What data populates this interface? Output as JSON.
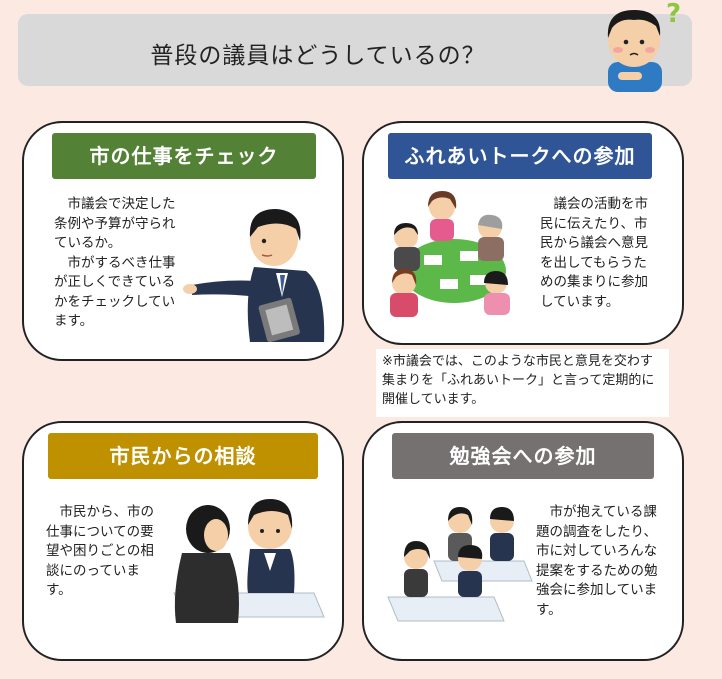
{
  "header": {
    "title": "普段の議員はどうしているの？"
  },
  "cards": [
    {
      "label": "市の仕事をチェック",
      "color": "#538135",
      "text": "　市議会で決定した条例や予算が守られているか。\n　市がするべき仕事が正しくできているかをチェックしています。"
    },
    {
      "label": "ふれあいトークへの参加",
      "color": "#2f5597",
      "text": "　議会の活動を市民に伝えたり、市民から議会へ意見を出してもらうための集まりに参加しています。"
    },
    {
      "label": "市民からの相談",
      "color": "#bf9000",
      "text": "　市民から、市の仕事についての要望や困りごとの相談にのっています。"
    },
    {
      "label": "勉強会への参加",
      "color": "#767171",
      "text": "　市が抱えている課題の調査をしたり、市に対していろんな提案をするための勉強会に参加しています。"
    }
  ],
  "note": "※市議会では、このような市民と意見を交わす集まりを「ふれあいトーク」と言って定期的に開催しています。"
}
